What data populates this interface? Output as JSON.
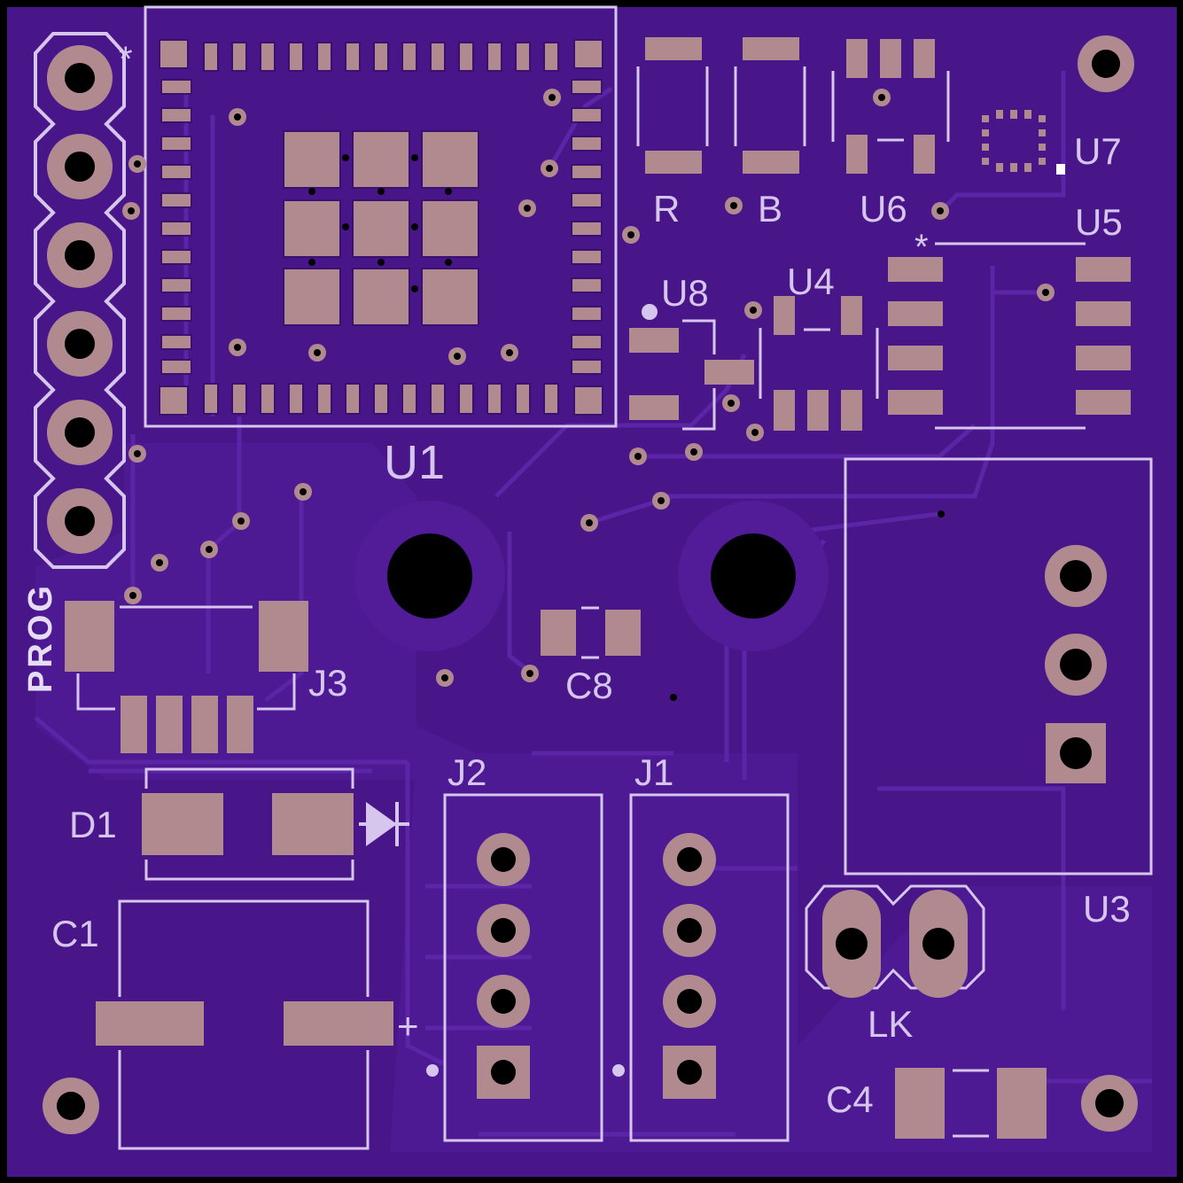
{
  "board": {
    "colors": {
      "soldermask": "#49168a",
      "copper_fill": "#521b97",
      "trace": "#5c24a6",
      "pad": "#b08a8e",
      "silkscreen": "#d6c6ee",
      "drill": "#000000",
      "outline": "#000000"
    }
  },
  "labels": {
    "u1": "U1",
    "u3": "U3",
    "u4": "U4",
    "u5": "U5",
    "u6": "U6",
    "u7": "U7",
    "u8": "U8",
    "r": "R",
    "b": "B",
    "c1": "C1",
    "c4": "C4",
    "c8": "C8",
    "d1": "D1",
    "j1": "J1",
    "j2": "J2",
    "j3": "J3",
    "lk": "LK",
    "prog": "PROG",
    "plus": "+",
    "pin1_u1": "*",
    "pin1_u5": "*"
  },
  "icons": {
    "diode": "diode-symbol-icon",
    "mounting_hole": "mounting-hole-icon"
  }
}
